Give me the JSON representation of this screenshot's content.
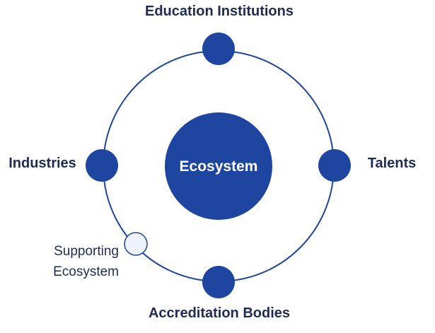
{
  "diagram": {
    "center": {
      "label": "Ecosystem"
    },
    "nodes": {
      "top": {
        "label": "Education Institutions"
      },
      "right": {
        "label": "Talents"
      },
      "bottom": {
        "label": "Accreditation Bodies"
      },
      "left": {
        "label": "Industries"
      }
    },
    "supporting": {
      "line1": "Supporting",
      "line2": "Ecosystem"
    }
  },
  "colors": {
    "primary": "#1e46a0",
    "text": "#1f2a55",
    "supporting_fill": "#eef2fb",
    "background": "#ffffff"
  }
}
